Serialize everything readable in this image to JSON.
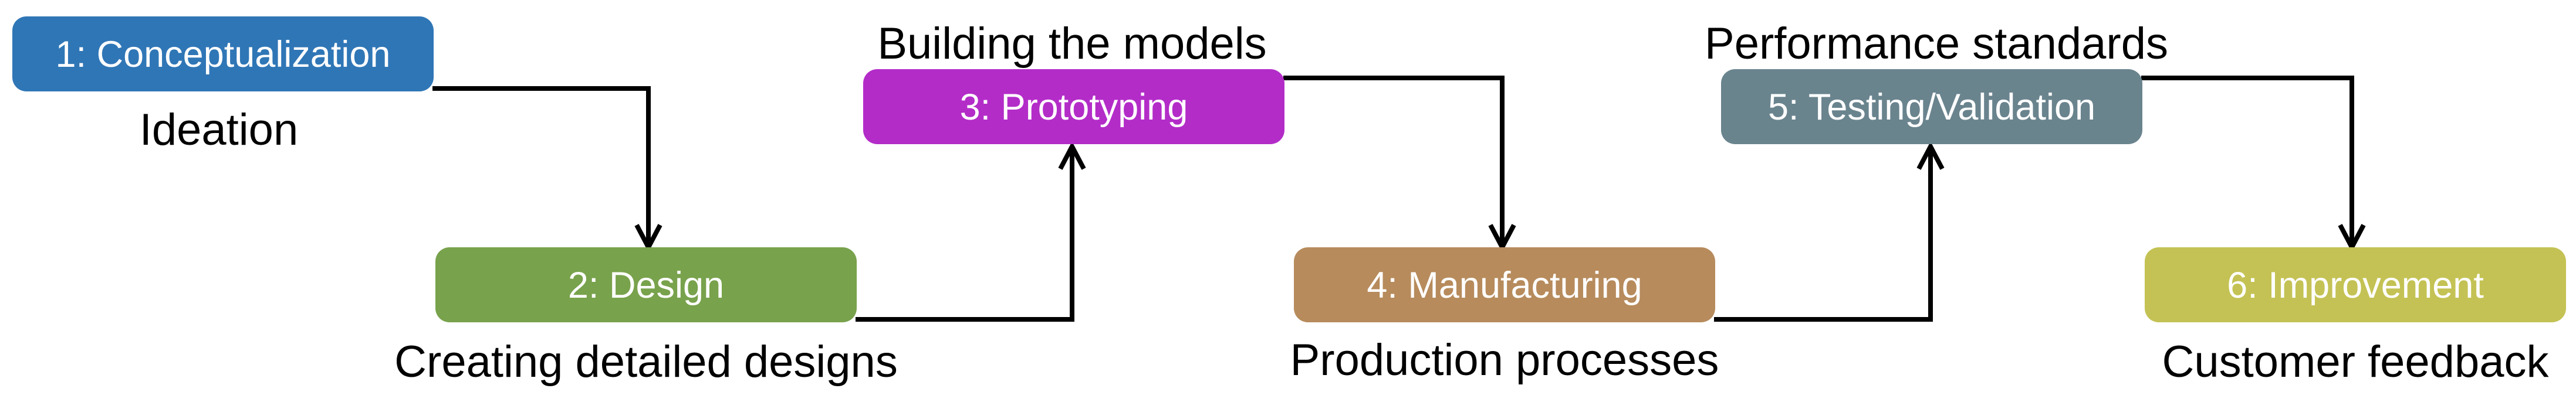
{
  "diagram": {
    "type": "process-flow-timeline",
    "background": "#ffffff",
    "line_color": "#000000",
    "annotation_text_color": "#000000",
    "stage_text_color": "#ffffff",
    "stages": [
      {
        "title": "1: Conceptualization",
        "annotation": "Ideation",
        "color": "#2f76b6",
        "row": "top",
        "annotation_position": "below"
      },
      {
        "title": "2: Design",
        "annotation": "Creating detailed designs",
        "color": "#78a24c",
        "row": "bottom",
        "annotation_position": "below"
      },
      {
        "title": "3: Prototyping",
        "annotation": "Building the models",
        "color": "#b32cc8",
        "row": "top",
        "annotation_position": "above"
      },
      {
        "title": "4: Manufacturing",
        "annotation": "Production processes",
        "color": "#b78b5c",
        "row": "bottom",
        "annotation_position": "below"
      },
      {
        "title": "5: Testing/Validation",
        "annotation": "Performance standards",
        "color": "#6a848e",
        "row": "top",
        "annotation_position": "above"
      },
      {
        "title": "6: Improvement",
        "annotation": "Customer feedback",
        "color": "#c4c254",
        "row": "bottom",
        "annotation_position": "below"
      }
    ],
    "connections": [
      {
        "from": "1: Conceptualization",
        "to": "2: Design",
        "direction": "down"
      },
      {
        "from": "2: Design",
        "to": "3: Prototyping",
        "direction": "up"
      },
      {
        "from": "3: Prototyping",
        "to": "4: Manufacturing",
        "direction": "down"
      },
      {
        "from": "4: Manufacturing",
        "to": "5: Testing/Validation",
        "direction": "up"
      },
      {
        "from": "5: Testing/Validation",
        "to": "6: Improvement",
        "direction": "down"
      }
    ]
  }
}
